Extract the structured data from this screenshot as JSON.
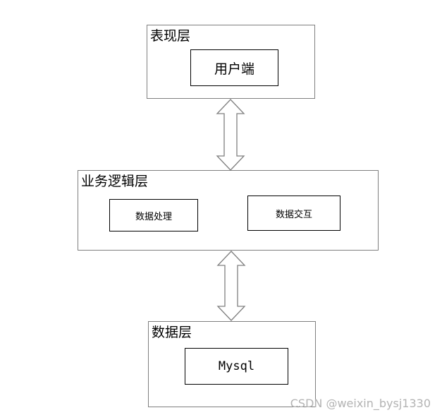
{
  "presentation_layer": {
    "title": "表现层",
    "components": [
      "用户端"
    ]
  },
  "business_layer": {
    "title": "业务逻辑层",
    "components": [
      "数据处理",
      "数据交互"
    ]
  },
  "data_layer": {
    "title": "数据层",
    "components": [
      "Mysql"
    ]
  },
  "colors": {
    "layer_border": "#7f7f7f",
    "box_border": "#000000",
    "arrow_stroke": "#7f7f7f",
    "watermark": "#b3b3b3"
  },
  "watermark": "CSDN @weixin_bysj1330"
}
